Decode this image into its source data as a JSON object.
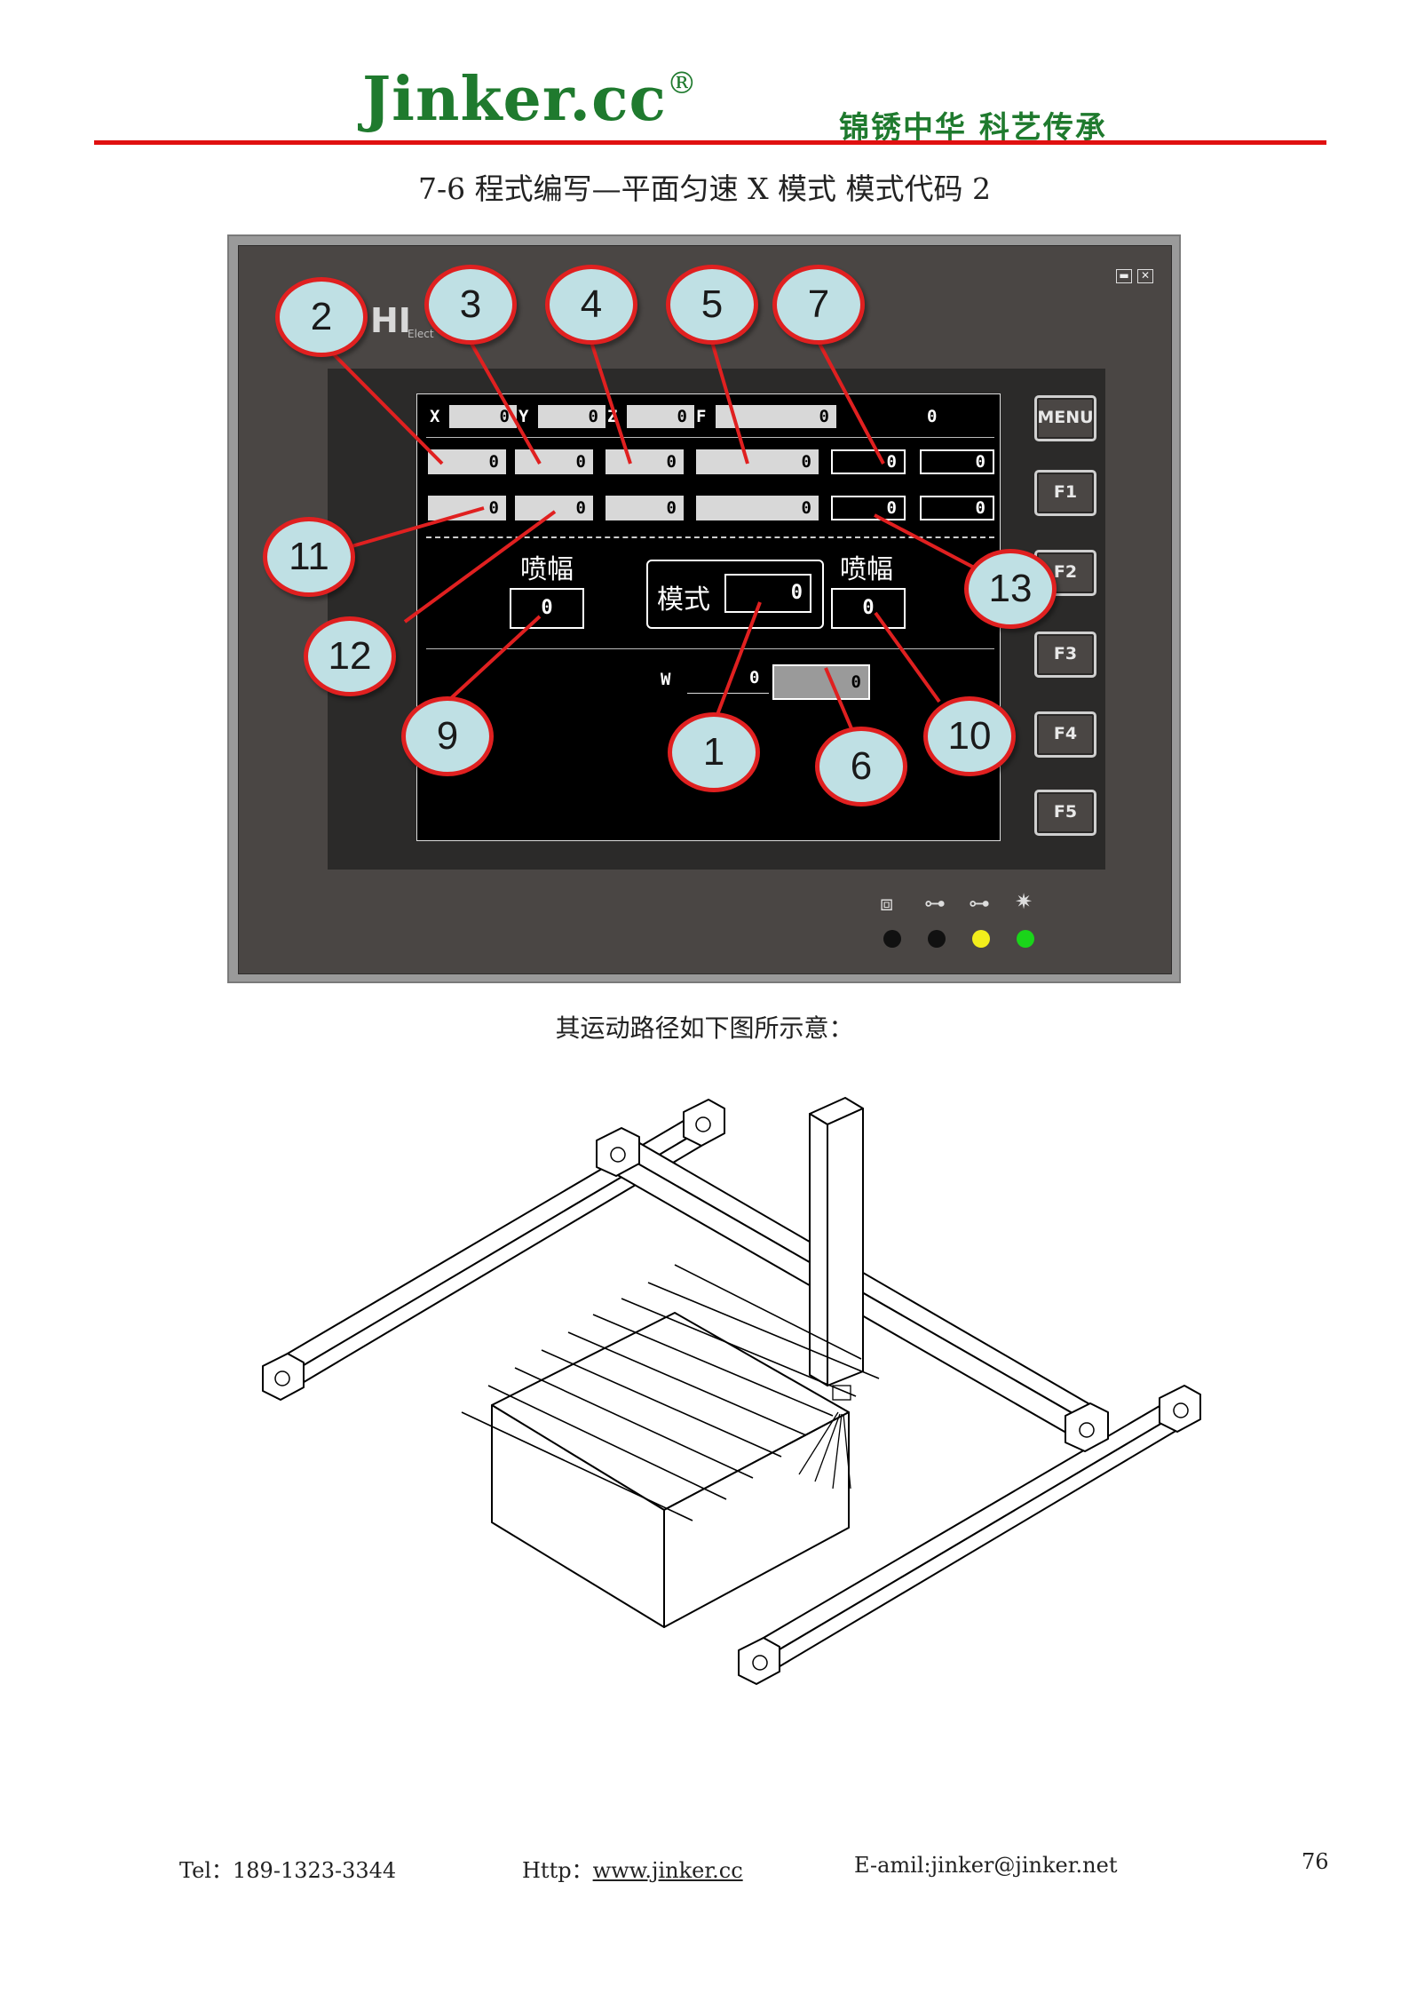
{
  "header": {
    "brand": "Jinker.cc",
    "registered_mark": "®",
    "slogan": "锦锈中华 科艺传承"
  },
  "page_title": "7-6 程式编写—平面匀速 X 模式 模式代码 2",
  "hmi": {
    "logo": "HI",
    "logo_sub": "Elect",
    "window_controls": [
      "▬",
      "✕"
    ],
    "labels": {
      "x": "X",
      "y": "Y",
      "z": "Z",
      "f": "F",
      "w": "W"
    },
    "row0": {
      "x": "0",
      "y": "0",
      "z": "0",
      "f": "0",
      "extra": "0"
    },
    "row1": [
      "0",
      "0",
      "0",
      "0",
      "0",
      "0"
    ],
    "row2": [
      "0",
      "0",
      "0",
      "0",
      "0",
      "0"
    ],
    "spray_width_label_left": "喷幅",
    "spray_width_label_right": "喷幅",
    "mode_label": "模式",
    "spray_width_left_value": "0",
    "mode_value": "0",
    "spray_width_right_value": "0",
    "w_value": "0",
    "w_field_value": "0",
    "function_keys": [
      "MENU",
      "F1",
      "F2",
      "F3",
      "F4",
      "F5"
    ],
    "status_icons": [
      "network-icon",
      "key-icon",
      "key-icon",
      "light-icon"
    ],
    "leds": [
      "#111111",
      "#111111",
      "#f2ee1c",
      "#1ad41a"
    ]
  },
  "callouts": [
    "2",
    "3",
    "4",
    "5",
    "7",
    "11",
    "12",
    "13",
    "9",
    "1",
    "6",
    "10"
  ],
  "caption": "其运动路径如下图所示意：",
  "footer": {
    "tel": "Tel：189-1323-3344",
    "http_label": "Http：",
    "http_link": "www.jinker.cc",
    "email": "E-amil:jinker@jinker.net",
    "page_number": "76"
  }
}
